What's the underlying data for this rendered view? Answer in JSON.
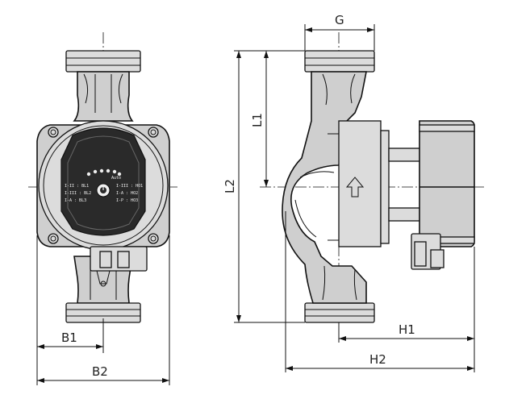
{
  "dimensions": {
    "G": "G",
    "L1": "L1",
    "L2": "L2",
    "B1": "B1",
    "B2": "B2",
    "H1": "H1",
    "H2": "H2"
  },
  "control_panel": {
    "left_modes": [
      "I-II : BL1",
      "I-III : BL2",
      "I-A : BL3"
    ],
    "right_modes": [
      "I-III : HO1",
      "I-A : HO2",
      "I-P : HO3"
    ],
    "indicator_caption": "Auto"
  }
}
